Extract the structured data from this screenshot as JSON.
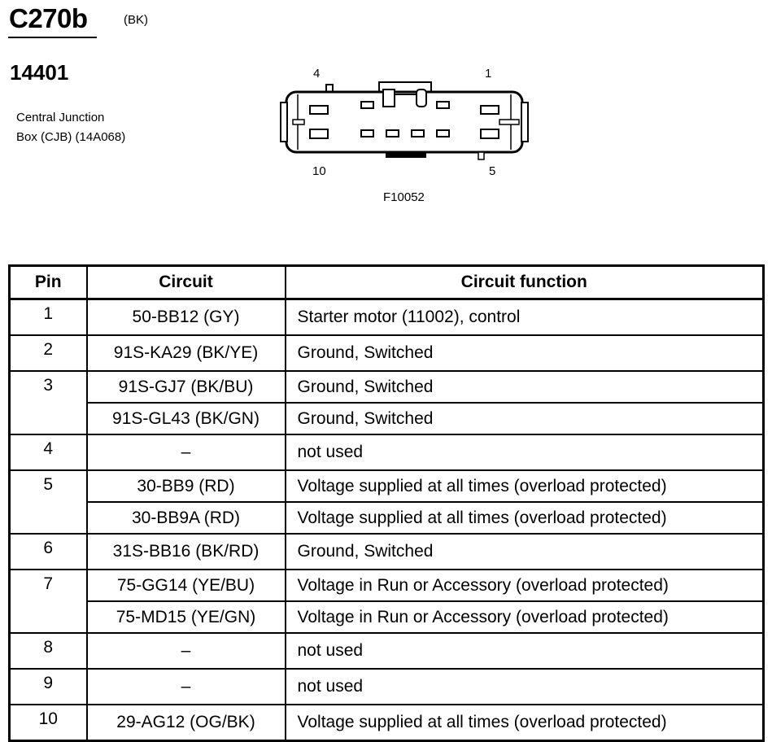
{
  "header": {
    "connector_id": "C270b",
    "connector_color": "(BK)",
    "part_number": "14401",
    "location_line1": "Central Junction",
    "location_line2": "Box (CJB) (14A068)"
  },
  "diagram": {
    "pin_label_top_left": "4",
    "pin_label_top_right": "1",
    "pin_label_bottom_left": "10",
    "pin_label_bottom_right": "5",
    "figure_number": "F10052"
  },
  "table": {
    "headers": [
      "Pin",
      "Circuit",
      "Circuit function"
    ],
    "rows": [
      {
        "pin": "1",
        "circuit": "50-BB12 (GY)",
        "function": "Starter motor (11002), control"
      },
      {
        "pin": "2",
        "circuit": "91S-KA29 (BK/YE)",
        "function": "Ground, Switched"
      },
      {
        "pin": "3",
        "circuit": "91S-GJ7 (BK/BU)",
        "function": "Ground, Switched"
      },
      {
        "pin": "",
        "circuit": "91S-GL43 (BK/GN)",
        "function": "Ground, Switched"
      },
      {
        "pin": "4",
        "circuit": "–",
        "function": "not used"
      },
      {
        "pin": "5",
        "circuit": "30-BB9 (RD)",
        "function": "Voltage supplied at all times (overload protected)"
      },
      {
        "pin": "",
        "circuit": "30-BB9A (RD)",
        "function": "Voltage supplied at all times (overload protected)"
      },
      {
        "pin": "6",
        "circuit": "31S-BB16 (BK/RD)",
        "function": "Ground, Switched"
      },
      {
        "pin": "7",
        "circuit": "75-GG14 (YE/BU)",
        "function": "Voltage in Run or Accessory (overload protected)"
      },
      {
        "pin": "",
        "circuit": "75-MD15 (YE/GN)",
        "function": "Voltage in Run or Accessory (overload protected)"
      },
      {
        "pin": "8",
        "circuit": "–",
        "function": "not used"
      },
      {
        "pin": "9",
        "circuit": "–",
        "function": "not used"
      },
      {
        "pin": "10",
        "circuit": "29-AG12 (OG/BK)",
        "function": "Voltage supplied at all times (overload protected)"
      }
    ]
  }
}
